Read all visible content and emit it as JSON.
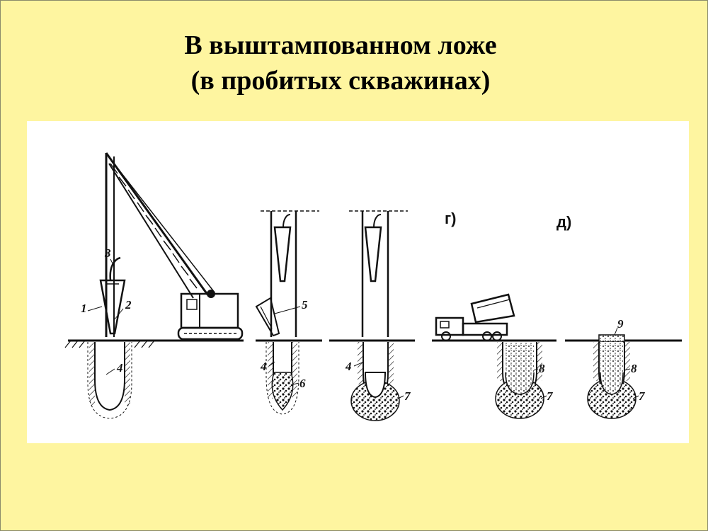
{
  "title": {
    "line1": "В выштампованном ложе",
    "line2": "(в пробитых скважинах)"
  },
  "diagram": {
    "panel_labels": [
      "г)",
      "д)"
    ],
    "callouts": {
      "c1": "1",
      "c2": "2",
      "c3": "3",
      "c4a": "4",
      "c5": "5",
      "c4b": "4",
      "c6": "6",
      "c4c": "4",
      "c7a": "7",
      "c8a": "8",
      "c7b": "7",
      "c9": "9",
      "c8b": "8",
      "c7c": "7"
    },
    "colors": {
      "background": "#FEF5A0",
      "figure": "#ffffff",
      "ink": "#111111"
    }
  }
}
